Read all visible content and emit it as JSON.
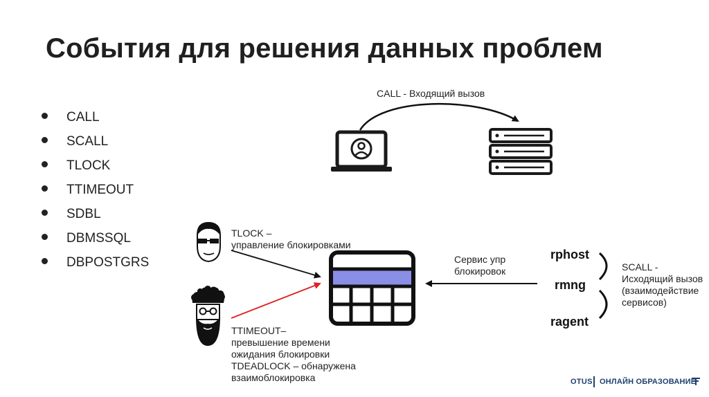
{
  "title": "События для решения данных проблем",
  "bullets": [
    "CALL",
    "SCALL",
    "TLOCK",
    "TTIMEOUT",
    "SDBL",
    "DBMSSQL",
    "DBPOSTGRS"
  ],
  "diagram": {
    "call_label": "CALL - Входящий вызов",
    "tlock_label_1": "TLOCK –",
    "tlock_label_2": "управление блокировками",
    "ttimeout_label_1": "TTIMEOUT–",
    "ttimeout_label_2": "превышение времени",
    "ttimeout_label_3": "ожидания блокировки",
    "ttimeout_label_4": "TDEADLOCK – обнаружена",
    "ttimeout_label_5": "взаимоблокировка",
    "service_label_1": "Сервис упр",
    "service_label_2": "блокировок",
    "processes": [
      "rphost",
      "rmng",
      "ragent"
    ],
    "scall_label_1": "SCALL -",
    "scall_label_2": "Исходящий вызов",
    "scall_label_3": "(взаимодействие",
    "scall_label_4": "сервисов)"
  },
  "icons": [
    "laptop-user-icon",
    "server-rack-icon",
    "sunglasses-person-icon",
    "dreadlocks-person-icon",
    "lock-table-icon"
  ],
  "footer": {
    "brand": "OTUS",
    "text": "ОНЛАЙН ОБРАЗОВАНИЕ"
  },
  "colors": {
    "highlight_row": "#8b8ee6",
    "timeout_arrow": "#e02020",
    "text": "#222222",
    "footer": "#1e3f6e"
  }
}
